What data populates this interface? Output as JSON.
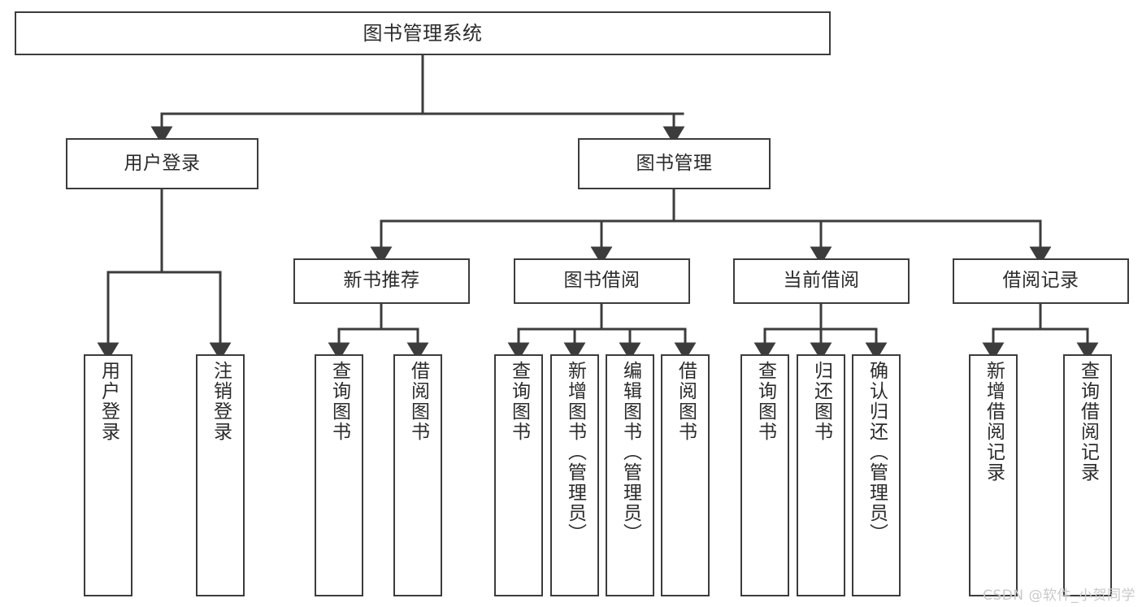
{
  "diagram": {
    "title": "图书管理系统",
    "type": "tree-hierarchy",
    "colors": {
      "node_border": "#3c3c3c",
      "node_fill": "#ffffff",
      "edge": "#3c3c3c",
      "text": "#2b2b2b",
      "watermark": "#c9c9c9",
      "background": "#ffffff"
    }
  },
  "watermark": {
    "text": "CSDN @软件_小贺同学"
  },
  "nodes": {
    "root": {
      "label": "图书管理系统"
    },
    "level2": [
      {
        "id": "user-login",
        "label": "用户登录"
      },
      {
        "id": "book-manage",
        "label": "图书管理"
      }
    ],
    "level3": [
      {
        "id": "new-book-recommend",
        "label": "新书推荐"
      },
      {
        "id": "book-borrow",
        "label": "图书借阅"
      },
      {
        "id": "current-borrow",
        "label": "当前借阅"
      },
      {
        "id": "borrow-record",
        "label": "借阅记录"
      }
    ],
    "leaves": [
      {
        "id": "leaf-user-login",
        "label": "用户登录",
        "parent": "user-login"
      },
      {
        "id": "leaf-user-logout",
        "label": "注销登录",
        "parent": "user-login"
      },
      {
        "id": "leaf-query-book-1",
        "label": "查询图书",
        "parent": "new-book-recommend"
      },
      {
        "id": "leaf-borrow-book-1",
        "label": "借阅图书",
        "parent": "new-book-recommend"
      },
      {
        "id": "leaf-query-book-2",
        "label": "查询图书",
        "parent": "book-borrow"
      },
      {
        "id": "leaf-add-book",
        "label": "新增图书（管理员）",
        "parent": "book-borrow"
      },
      {
        "id": "leaf-edit-book",
        "label": "编辑图书（管理员）",
        "parent": "book-borrow"
      },
      {
        "id": "leaf-borrow-book-2",
        "label": "借阅图书",
        "parent": "book-borrow"
      },
      {
        "id": "leaf-query-book-3",
        "label": "查询图书",
        "parent": "current-borrow"
      },
      {
        "id": "leaf-return-book",
        "label": "归还图书",
        "parent": "current-borrow"
      },
      {
        "id": "leaf-confirm-return",
        "label": "确认归还（管理员）",
        "parent": "current-borrow"
      },
      {
        "id": "leaf-add-record",
        "label": "新增借阅记录",
        "parent": "borrow-record"
      },
      {
        "id": "leaf-query-record",
        "label": "查询借阅记录",
        "parent": "borrow-record"
      }
    ]
  }
}
